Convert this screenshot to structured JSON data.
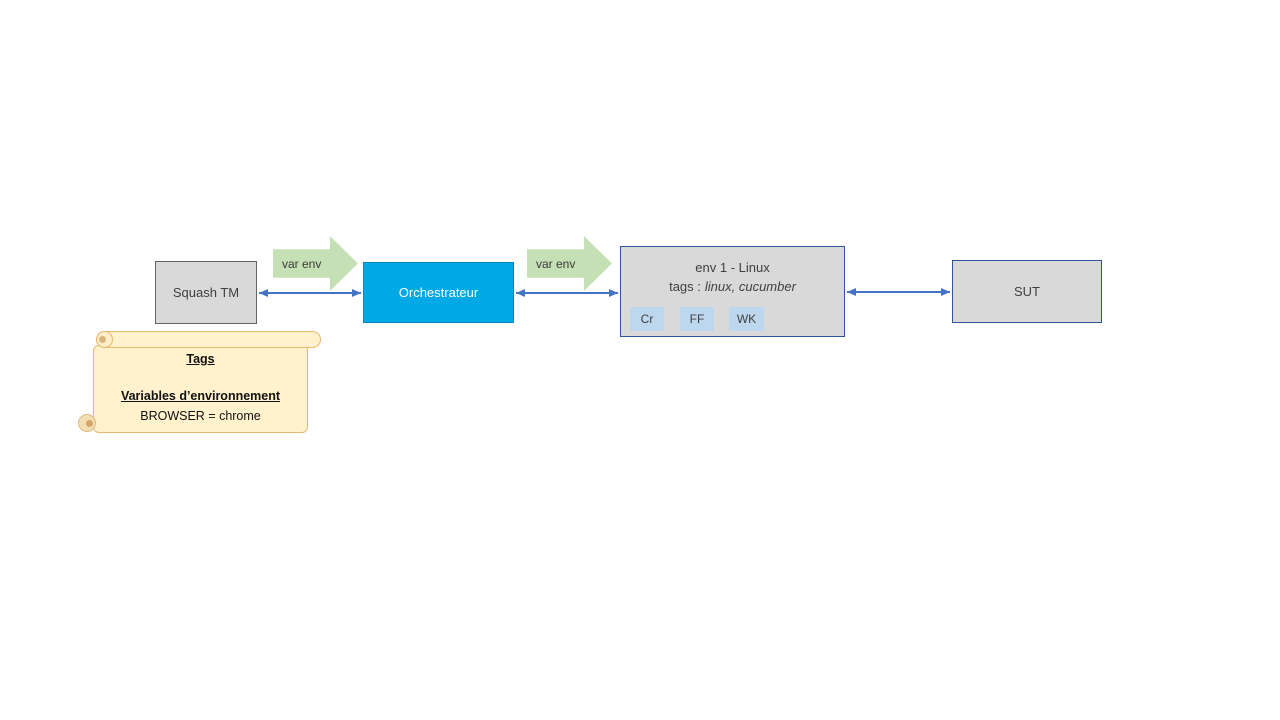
{
  "diagram": {
    "nodes": {
      "squash": {
        "label": "Squash TM"
      },
      "orchestrator": {
        "label": "Orchestrateur"
      },
      "env": {
        "title": "env 1 - Linux",
        "tags_label": "tags :",
        "tags_value": "linux, cucumber",
        "browsers": [
          {
            "label": "Cr"
          },
          {
            "label": "FF"
          },
          {
            "label": "WK"
          }
        ]
      },
      "sut": {
        "label": "SUT"
      }
    },
    "arrows": {
      "squash_to_orchestrator_label": "var env",
      "orchestrator_to_env_label": "var env"
    },
    "note": {
      "heading1": "Tags",
      "heading2": "Variables d’environnement",
      "body_line": "BROWSER = chrome"
    },
    "colors": {
      "node_fill_gray": "#D9D9D9",
      "node_border_gray": "#646464",
      "node_border_blue": "#2F5597",
      "orchestrator_fill": "#00A8E6",
      "connector_blue": "#4472C4",
      "block_arrow_green": "#C5E0B4",
      "browser_chip_blue": "#BDD7EE",
      "note_fill": "#FFF2CC",
      "note_border": "#E9B96F"
    }
  }
}
